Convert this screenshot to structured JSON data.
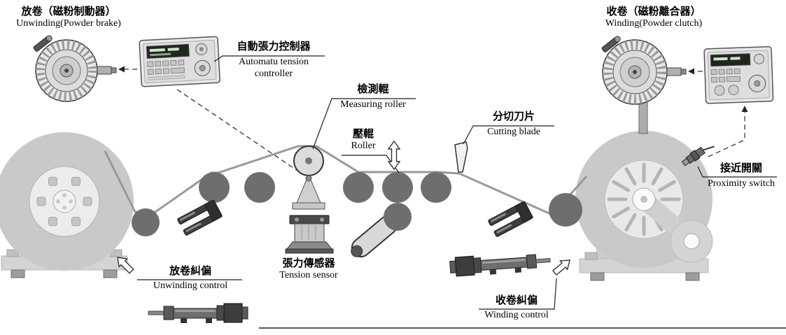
{
  "diagram": {
    "unwinding": {
      "zh": "放卷（磁粉制動器）",
      "en": "Unwinding(Powder brake)"
    },
    "tension_controller": {
      "zh": "自動張力控制器",
      "en_line1": "Automatu tension",
      "en_line2": "controller"
    },
    "measuring_roller": {
      "zh": "檢測輥",
      "en": "Measuring roller"
    },
    "pressure_roller": {
      "zh": "壓輥",
      "en": "Roller"
    },
    "cutting_blade": {
      "zh": "分切刀片",
      "en": "Cutting blade"
    },
    "winding": {
      "zh": "收卷（磁粉離合器）",
      "en": "Winding(Powder clutch)"
    },
    "proximity_switch": {
      "zh": "接近開關",
      "en": "Proximity switch"
    },
    "unwinding_control": {
      "zh": "放卷糾偏",
      "en": "Unwinding control"
    },
    "tension_sensor": {
      "zh": "張力傳感器",
      "en": "Tension sensor"
    },
    "winding_control": {
      "zh": "收卷糾偏",
      "en": "Winding control"
    },
    "colors": {
      "machine_gray": "#c9c9c9",
      "roller_dark": "#6e6e6e",
      "line_black": "#222222"
    }
  }
}
